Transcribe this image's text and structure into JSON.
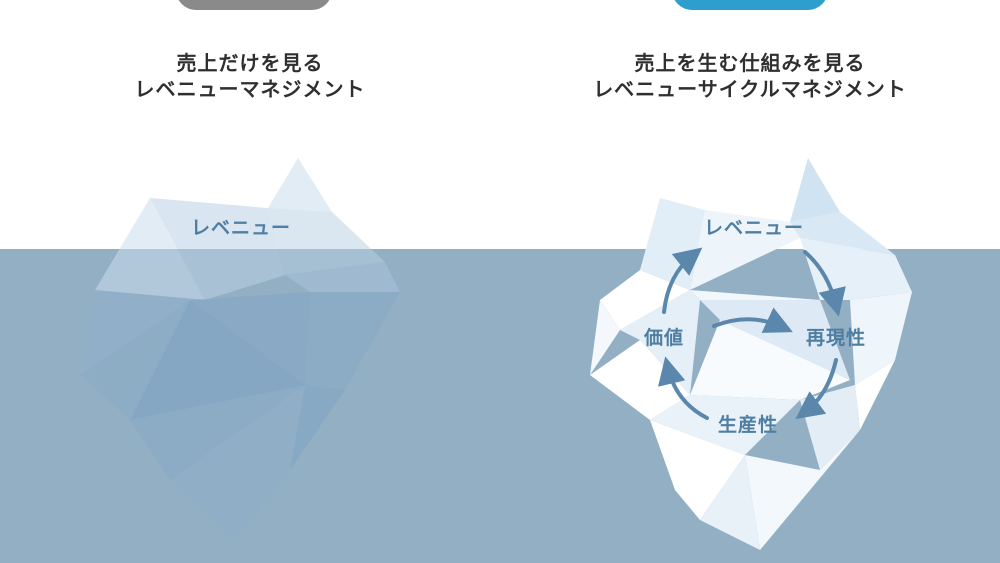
{
  "left": {
    "heading_line1": "売上だけを見る",
    "heading_line2": "レベニューマネジメント",
    "iceberg_label": "レベニュー"
  },
  "right": {
    "heading_line1": "売上を生む仕組みを見る",
    "heading_line2": "レベニューサイクルマネジメント",
    "cycle": {
      "top": "レベニュー",
      "right": "再現性",
      "bottom": "生産性",
      "left": "価値"
    }
  },
  "colors": {
    "left_pill": "#8a8a8a",
    "right_pill": "#2e9fcc",
    "sea": "#93afc4",
    "label_text": "#4f7ea3",
    "arrow": "#5a87ab",
    "heading_text": "#2f2f2f"
  }
}
